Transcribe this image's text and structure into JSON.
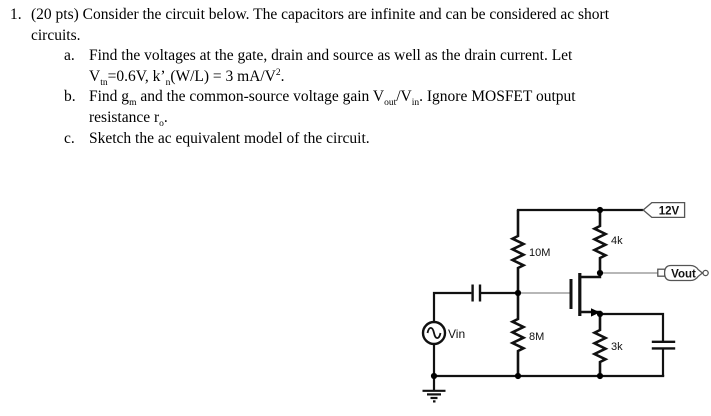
{
  "problem": {
    "number": "1.",
    "intro_line1": "(20 pts) Consider the circuit below. The capacitors are infinite and can be considered ac short",
    "intro_line2": "circuits.",
    "items": [
      {
        "label": "a.",
        "line1": "Find the voltages at the gate, drain and source as well as the drain current. Let",
        "line2": [
          "V",
          "tn",
          "=0.6V, k’",
          "n",
          "(W/L) = 3 mA/V",
          "2",
          "."
        ]
      },
      {
        "label": "b.",
        "line1": [
          "Find g",
          "m",
          " and the common-source voltage gain V",
          "out",
          "/V",
          "in",
          ". Ignore MOSFET output"
        ],
        "line2": [
          "resistance r",
          "o",
          "."
        ]
      },
      {
        "label": "c.",
        "line1": "Sketch the ac equivalent model of the circuit."
      }
    ]
  },
  "circuit": {
    "supply_flag": "12V",
    "output_flag": "Vout",
    "source_label": "Vin",
    "resistors": {
      "rg1": "10M",
      "rg2": "8M",
      "rd": "4k",
      "rs": "3k"
    }
  }
}
